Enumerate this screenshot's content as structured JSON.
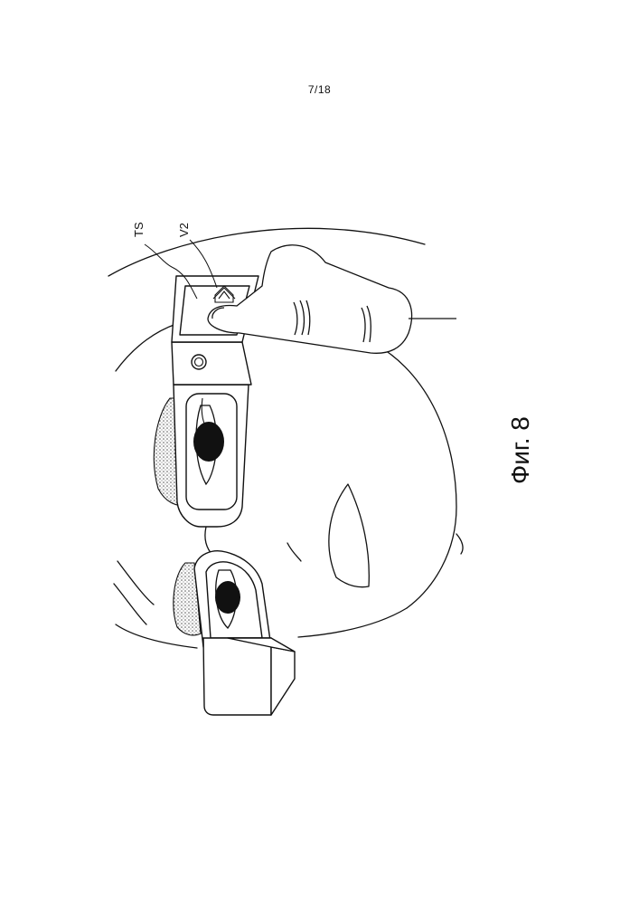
{
  "page": {
    "page_number": "7/18",
    "figure_caption": "Фиг. 8"
  },
  "figure": {
    "labels": {
      "touch_sensor": "TS",
      "virtual_image": "V2"
    }
  }
}
